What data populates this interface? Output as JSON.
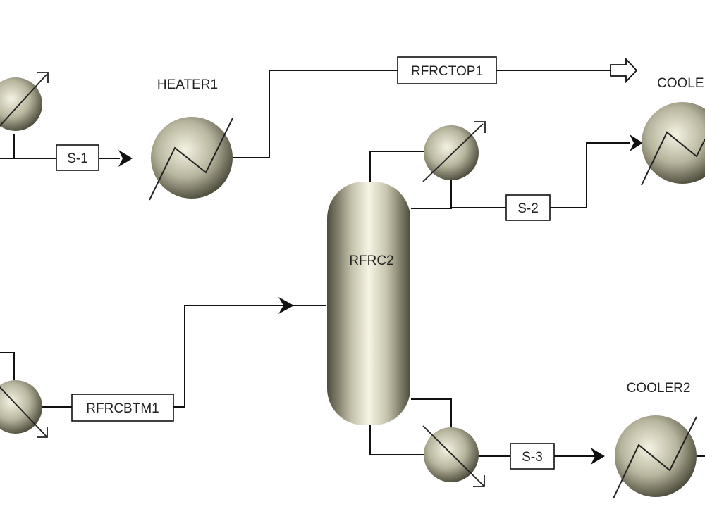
{
  "blocks": {
    "heater1": "HEATER1",
    "cooler1": "COOLE",
    "cooler2": "COOLER2",
    "column": "RFRC2"
  },
  "streams": {
    "s1": "S-1",
    "s2": "S-2",
    "s3": "S-3",
    "top": "RFRCTOP1",
    "bottom": "RFRCBTM1"
  },
  "colors": {
    "equipment_light": "#f4f2e2",
    "equipment_mid": "#b8b59e",
    "equipment_dark": "#4e4c3c",
    "line": "#111111"
  }
}
